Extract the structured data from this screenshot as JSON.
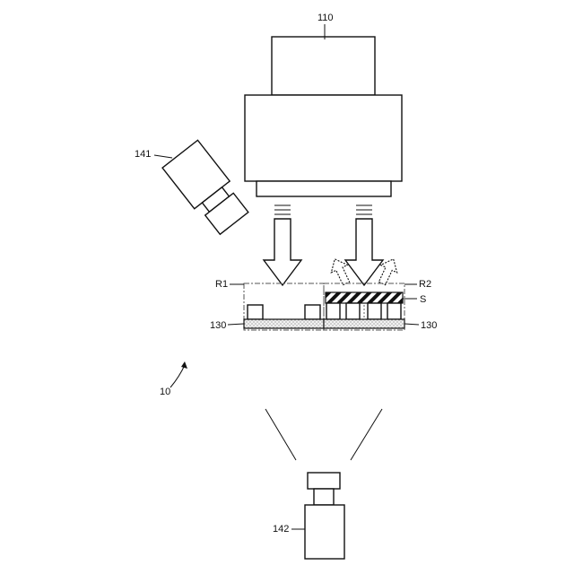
{
  "labels": {
    "device_110": "110",
    "camera_141": "141",
    "camera_142": "142",
    "region_r1": "R1",
    "region_r2": "R2",
    "sample_s": "S",
    "stage_left": "130",
    "stage_right": "130",
    "system_10": "10"
  }
}
